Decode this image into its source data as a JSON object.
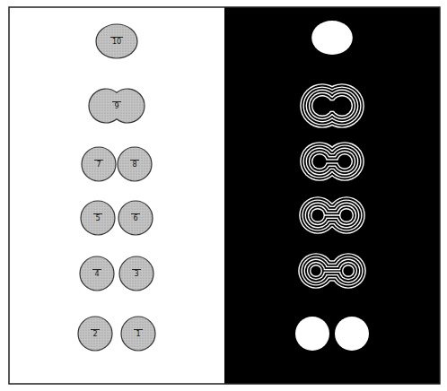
{
  "diagram": {
    "nodes": [
      {
        "text": [
          "10"
        ]
      },
      {
        "text": [
          "9"
        ]
      },
      {
        "text": [
          "7"
        ]
      },
      {
        "text": [
          "8"
        ]
      },
      {
        "text": [
          "5"
        ]
      },
      {
        "text": [
          "6"
        ]
      },
      {
        "text": [
          "4"
        ]
      },
      {
        "text": [
          "3"
        ]
      },
      {
        "text": [
          "2"
        ]
      },
      {
        "text": [
          "1"
        ]
      }
    ]
  }
}
